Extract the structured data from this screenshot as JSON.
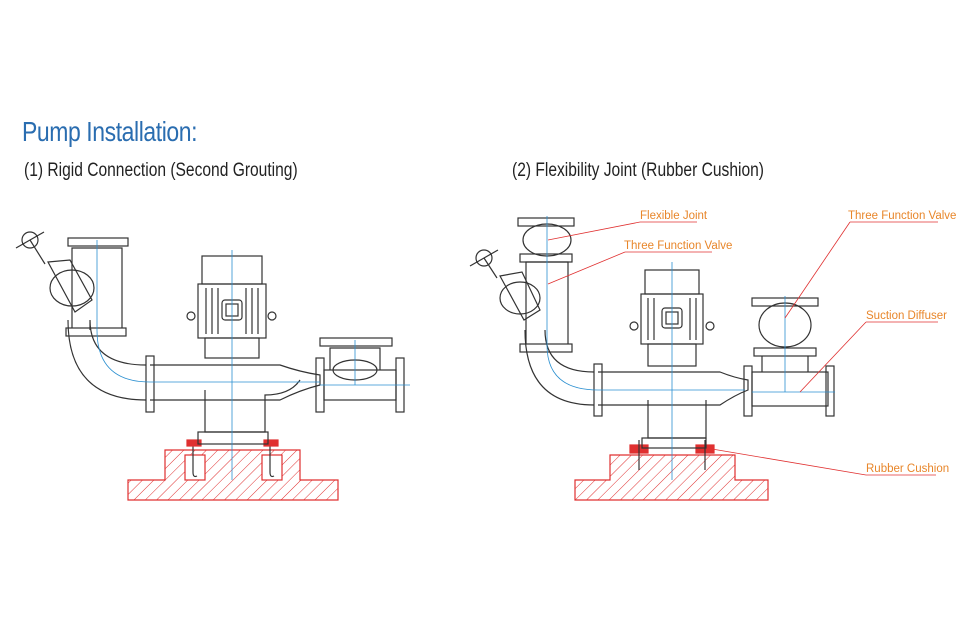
{
  "header": {
    "title": "Pump Installation:"
  },
  "diagrams": [
    {
      "label": "(1)  Rigid Connection (Second Grouting)"
    },
    {
      "label": "(2)  Flexibility Joint (Rubber Cushion)",
      "callouts": [
        {
          "text": "Flexible Joint"
        },
        {
          "text": "Three Function Valve"
        },
        {
          "text": "Three Function Valve"
        },
        {
          "text": "Suction Diffuser"
        },
        {
          "text": "Rubber Cushion"
        }
      ]
    }
  ],
  "colors": {
    "title": "#2a6db0",
    "line": "#333333",
    "centerline": "#2a8fd0",
    "foundation": "#e03030",
    "callout": "#e8862a"
  }
}
